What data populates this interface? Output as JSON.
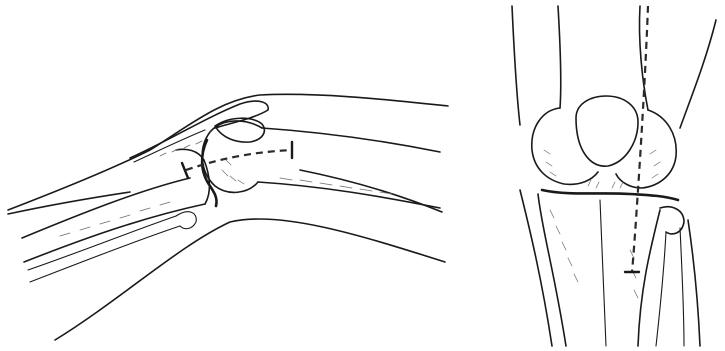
{
  "figure": {
    "panels": [
      {
        "view": "lateral",
        "structures": [
          "femur",
          "tibia",
          "fibula",
          "patella",
          "joint-line",
          "skin-outline"
        ],
        "overlay": "dashed-measurement-line"
      },
      {
        "view": "anterior",
        "structures": [
          "femur",
          "tibia",
          "fibula",
          "patella",
          "joint-line",
          "skin-outline"
        ],
        "overlay": "dashed-measurement-line"
      }
    ],
    "colors": {
      "ink": "#1a1a1a",
      "background": "#ffffff"
    }
  }
}
